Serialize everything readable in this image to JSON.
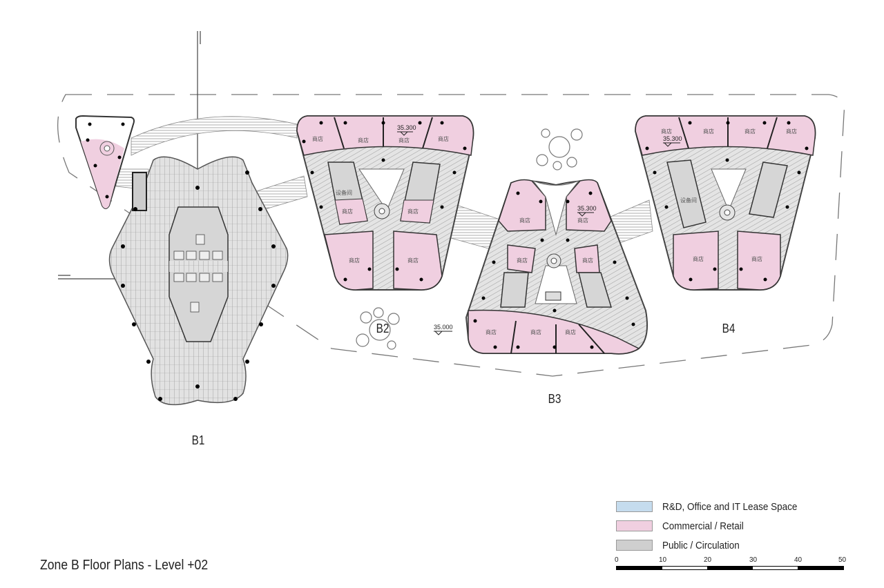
{
  "title": "Zone B Floor Plans - Level +02",
  "colors": {
    "office": "#c5dcee",
    "retail": "#f0cfe0",
    "public": "#cfcfcf",
    "line": "#333333",
    "hatch": "#9a9a9a"
  },
  "legend": [
    {
      "label": "R&D, Office and IT Lease Space",
      "color": "#c5dcee"
    },
    {
      "label": "Commercial / Retail",
      "color": "#f0cfe0"
    },
    {
      "label": "Public / Circulation",
      "color": "#cfcfcf"
    }
  ],
  "scale": {
    "ticks": [
      "0",
      "10",
      "20",
      "30",
      "40",
      "50"
    ]
  },
  "buildings": [
    {
      "id": "B1",
      "label": "B1"
    },
    {
      "id": "B2",
      "label": "B2"
    },
    {
      "id": "B3",
      "label": "B3"
    },
    {
      "id": "B4",
      "label": "B4"
    }
  ],
  "annotations": {
    "shop": "商店",
    "equipment_room": "设备间",
    "elev_b2": "35.300",
    "elev_b3": "35.300",
    "elev_b4": "35.300",
    "elev_ground": "35.000"
  }
}
